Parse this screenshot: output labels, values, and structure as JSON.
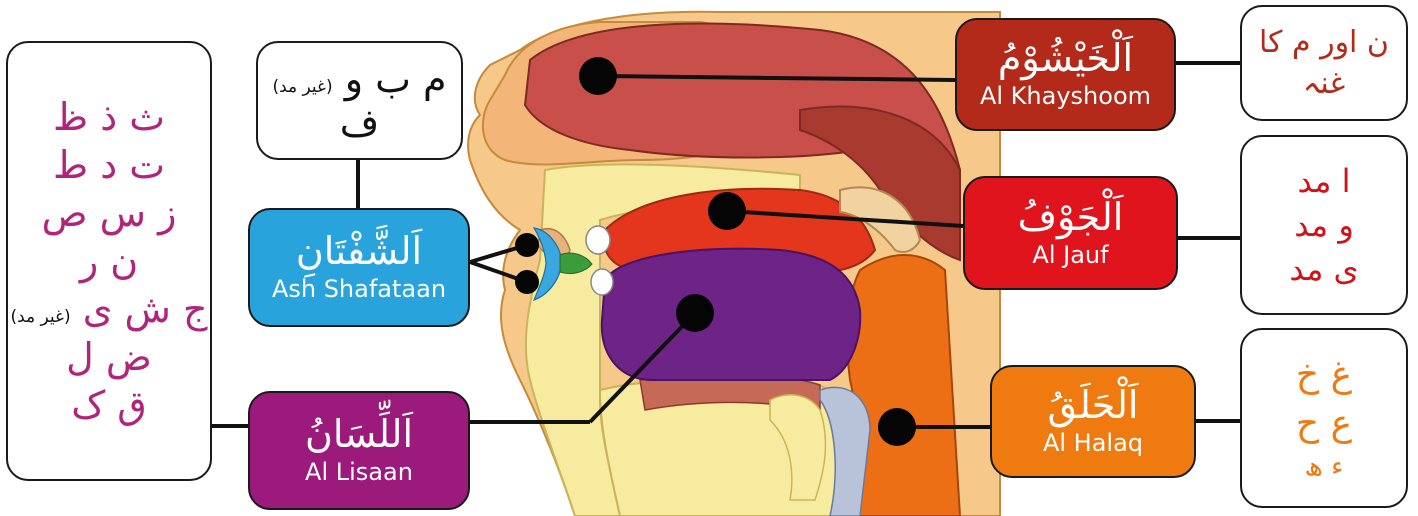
{
  "colors": {
    "khayshoom": "#b32a1a",
    "jauf": "#e0141c",
    "halaq": "#ef7a10",
    "shafatan": "#29a3dc",
    "lisaan": "#9b1a7c",
    "letters_left": "#b0247c",
    "letters_khayshoom": "#b32a1a",
    "letters_jauf": "#d0121a",
    "letters_halaq": "#ef7a10"
  },
  "organs": {
    "khayshoom": {
      "arabic": "اَلْخَيْشُوْمُ",
      "latin": "Al Khayshoom"
    },
    "jauf": {
      "arabic": "اَلْجَوْفُ",
      "latin": "Al Jauf"
    },
    "shafatan": {
      "arabic": "اَلشَّفْتَانِ",
      "latin": "Ash Shafataan"
    },
    "lisaan": {
      "arabic": "اَللِّسَانُ",
      "latin": "Al Lisaan"
    },
    "halaq": {
      "arabic": "اَلْحَلَقُ",
      "latin": "Al Halaq"
    }
  },
  "letters": {
    "lips": {
      "line1_main": "م ب و",
      "line1_note": "(غیر مد)",
      "line2": "ف"
    },
    "khayshoom": {
      "line1": "ن اور م کا",
      "line2": "غنہ"
    },
    "jauf": {
      "line1": "ا مد",
      "line2": "و مد",
      "line3": "ی مد"
    },
    "halaq": {
      "line1": "غ خ",
      "line2": "ع ح",
      "line3": "ء ھ"
    },
    "tongue": {
      "line1": "ث ذ ظ",
      "line2": "ت د ط",
      "line3": "ز س ص",
      "line4": "ن ر",
      "line5_main": "ج ش ی",
      "line5_note": "(غیر مد)",
      "line6": "ض ل",
      "line7": "ق ک"
    }
  }
}
